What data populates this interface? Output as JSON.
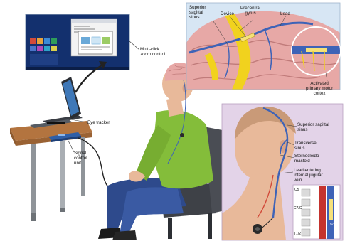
{
  "figure": {
    "labels": {
      "multi_click_zoom": [
        "Multi-click",
        "zoom control"
      ],
      "eye_tracker": "Eye tracker",
      "signal_control_unit": [
        "Signal",
        "control",
        "unit"
      ],
      "superior_sagittal_sinus_top": [
        "Superior",
        "sagittal",
        "sinus"
      ],
      "device": "Device",
      "precentral_gyrus": [
        "Precentral",
        "gyrus"
      ],
      "lead": "Lead",
      "activated_cortex": [
        "Activated",
        "primary motor",
        "cortex"
      ],
      "superior_sagittal_sinus_side": [
        "Superior sagittal",
        "sinus"
      ],
      "transverse_sinus": [
        "Transverse",
        "sinus"
      ],
      "sternocleido_mastoid": [
        "Sternocleido-",
        "mastoid"
      ],
      "lead_entering": [
        "Lead entering",
        "internal jugular",
        "vein"
      ],
      "vertebra_top": "C5",
      "vertebra_mid": "C7/C",
      "vertebra_bottom": "T1/2",
      "vein_label": "IJV"
    },
    "colors": {
      "skin": "#e8b99a",
      "shirt": "#84bd3a",
      "jeans": "#2e4a8c",
      "desk": "#b3743f",
      "brain": "#e7a8a6",
      "vessel": "#3e63b7",
      "gyrus": "#f1d21e",
      "panel_top": "#d7e6f4",
      "panel_side": "#e3d3e8",
      "screen": "#13306e"
    },
    "icons": [
      "eye-tracker-icon",
      "laptop-icon",
      "stentrode-device-icon",
      "arrow-icon"
    ]
  }
}
